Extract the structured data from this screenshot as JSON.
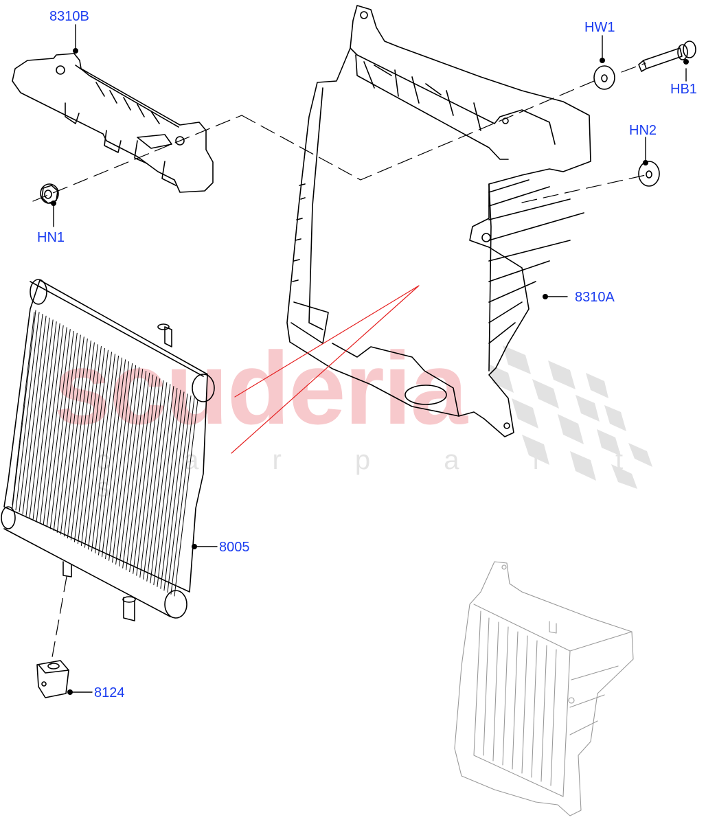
{
  "diagram": {
    "type": "exploded parts diagram",
    "subject": "Radiator / cooler with mounting shroud and fasteners",
    "watermark": {
      "main": "scuderia",
      "sub": "c a r   p a r t s",
      "main_color": "#f7c9cc",
      "sub_color": "#e3e3e3",
      "checker_color": "#e0e0e0"
    },
    "label_color": "#1a3cf0",
    "leader_color": "#000000",
    "section_line_color": "#e52020",
    "callouts": [
      {
        "id": "8310B",
        "label": "8310B",
        "part": "upper mounting bracket"
      },
      {
        "id": "HN1",
        "label": "HN1",
        "part": "flange nut"
      },
      {
        "id": "HW1",
        "label": "HW1",
        "part": "washer"
      },
      {
        "id": "HB1",
        "label": "HB1",
        "part": "bolt"
      },
      {
        "id": "HN2",
        "label": "HN2",
        "part": "flange nut"
      },
      {
        "id": "8310A",
        "label": "8310A",
        "part": "shroud / housing"
      },
      {
        "id": "8005",
        "label": "8005",
        "part": "radiator core"
      },
      {
        "id": "8124",
        "label": "8124",
        "part": "rubber mount / insulator"
      }
    ],
    "inset": {
      "description": "assembled view thumbnail (grey)"
    }
  }
}
